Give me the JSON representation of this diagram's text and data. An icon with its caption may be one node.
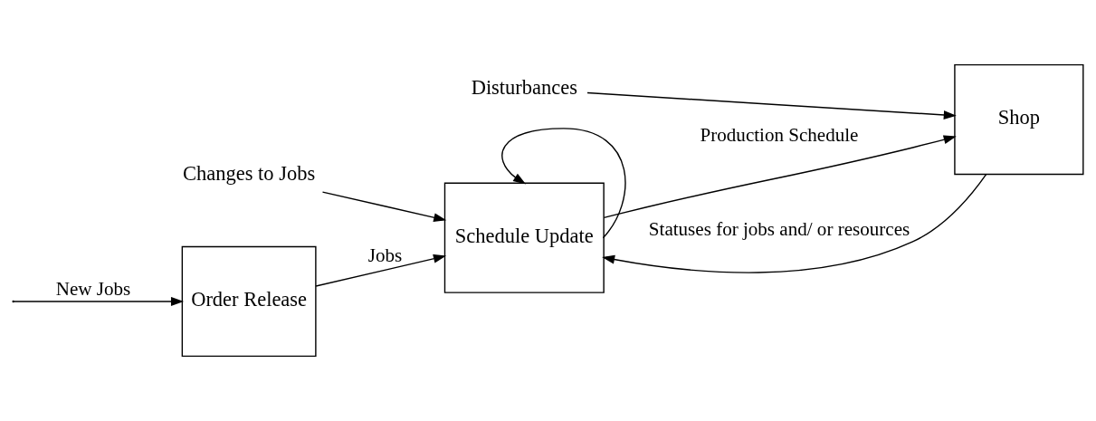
{
  "diagram": {
    "nodes": [
      {
        "text": [
          "Order Release"
        ]
      },
      {
        "text": [
          "Schedule Update"
        ]
      },
      {
        "text": [
          "Shop"
        ]
      },
      {
        "text": [
          "Changes to Jobs"
        ]
      },
      {
        "text": [
          "Disturbances"
        ]
      }
    ],
    "edges": [
      {
        "from": null,
        "to": 0,
        "arrow": "to",
        "label": "New Jobs"
      },
      {
        "from": 0,
        "to": 1,
        "arrow": "to",
        "label": "Jobs"
      },
      {
        "from": 3,
        "to": 1,
        "arrow": "to"
      },
      {
        "from": 1,
        "to": 2,
        "arrow": "to",
        "label": "Production Schedule"
      },
      {
        "from": 1,
        "to": 1,
        "arrow": "to"
      },
      {
        "from": 4,
        "to": 2,
        "arrow": "to"
      },
      {
        "from": 2,
        "to": 1,
        "arrow": "to",
        "label": "Statuses for jobs and/ or resources"
      }
    ]
  }
}
